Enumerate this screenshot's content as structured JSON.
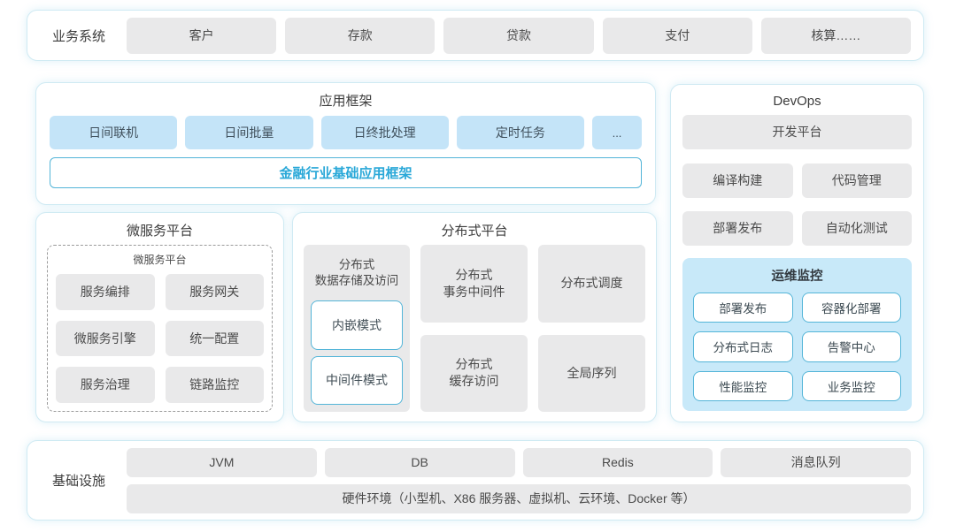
{
  "biz": {
    "label": "业务系统",
    "items": [
      "客户",
      "存款",
      "贷款",
      "支付",
      "核算……"
    ]
  },
  "app_framework": {
    "title": "应用框架",
    "items": [
      "日间联机",
      "日间批量",
      "日终批处理",
      "定时任务",
      "..."
    ],
    "base_bar": "金融行业基础应用框架"
  },
  "devops": {
    "title": "DevOps",
    "platform": "开发平台",
    "grid": [
      "编译构建",
      "代码管理",
      "部署发布",
      "自动化测试"
    ],
    "monitor": {
      "title": "运维监控",
      "items": [
        "部署发布",
        "容器化部署",
        "分布式日志",
        "告警中心",
        "性能监控",
        "业务监控"
      ]
    }
  },
  "microservice": {
    "title": "微服务平台",
    "inner_title": "微服务平台",
    "items": [
      "服务编排",
      "服务网关",
      "微服务引擎",
      "统一配置",
      "服务治理",
      "链路监控"
    ]
  },
  "distributed": {
    "title": "分布式平台",
    "storage": {
      "label": "分布式\n数据存储及访问",
      "modes": [
        "内嵌模式",
        "中间件模式"
      ]
    },
    "cells": [
      "分布式\n事务中间件",
      "分布式\n缓存访问",
      "分布式调度",
      "全局序列"
    ]
  },
  "infra": {
    "label": "基础设施",
    "items": [
      "JVM",
      "DB",
      "Redis",
      "消息队列"
    ],
    "hardware": "硬件环境（小型机、X86 服务器、虚拟机、云环境、Docker 等）"
  },
  "colors": {
    "panel_border": "#cfeaf3",
    "gray_box": "#e9e9ea",
    "blue_box": "#c4e4f8",
    "monitor_bg": "#c8e9f9",
    "accent_blue": "#29a8d8"
  }
}
